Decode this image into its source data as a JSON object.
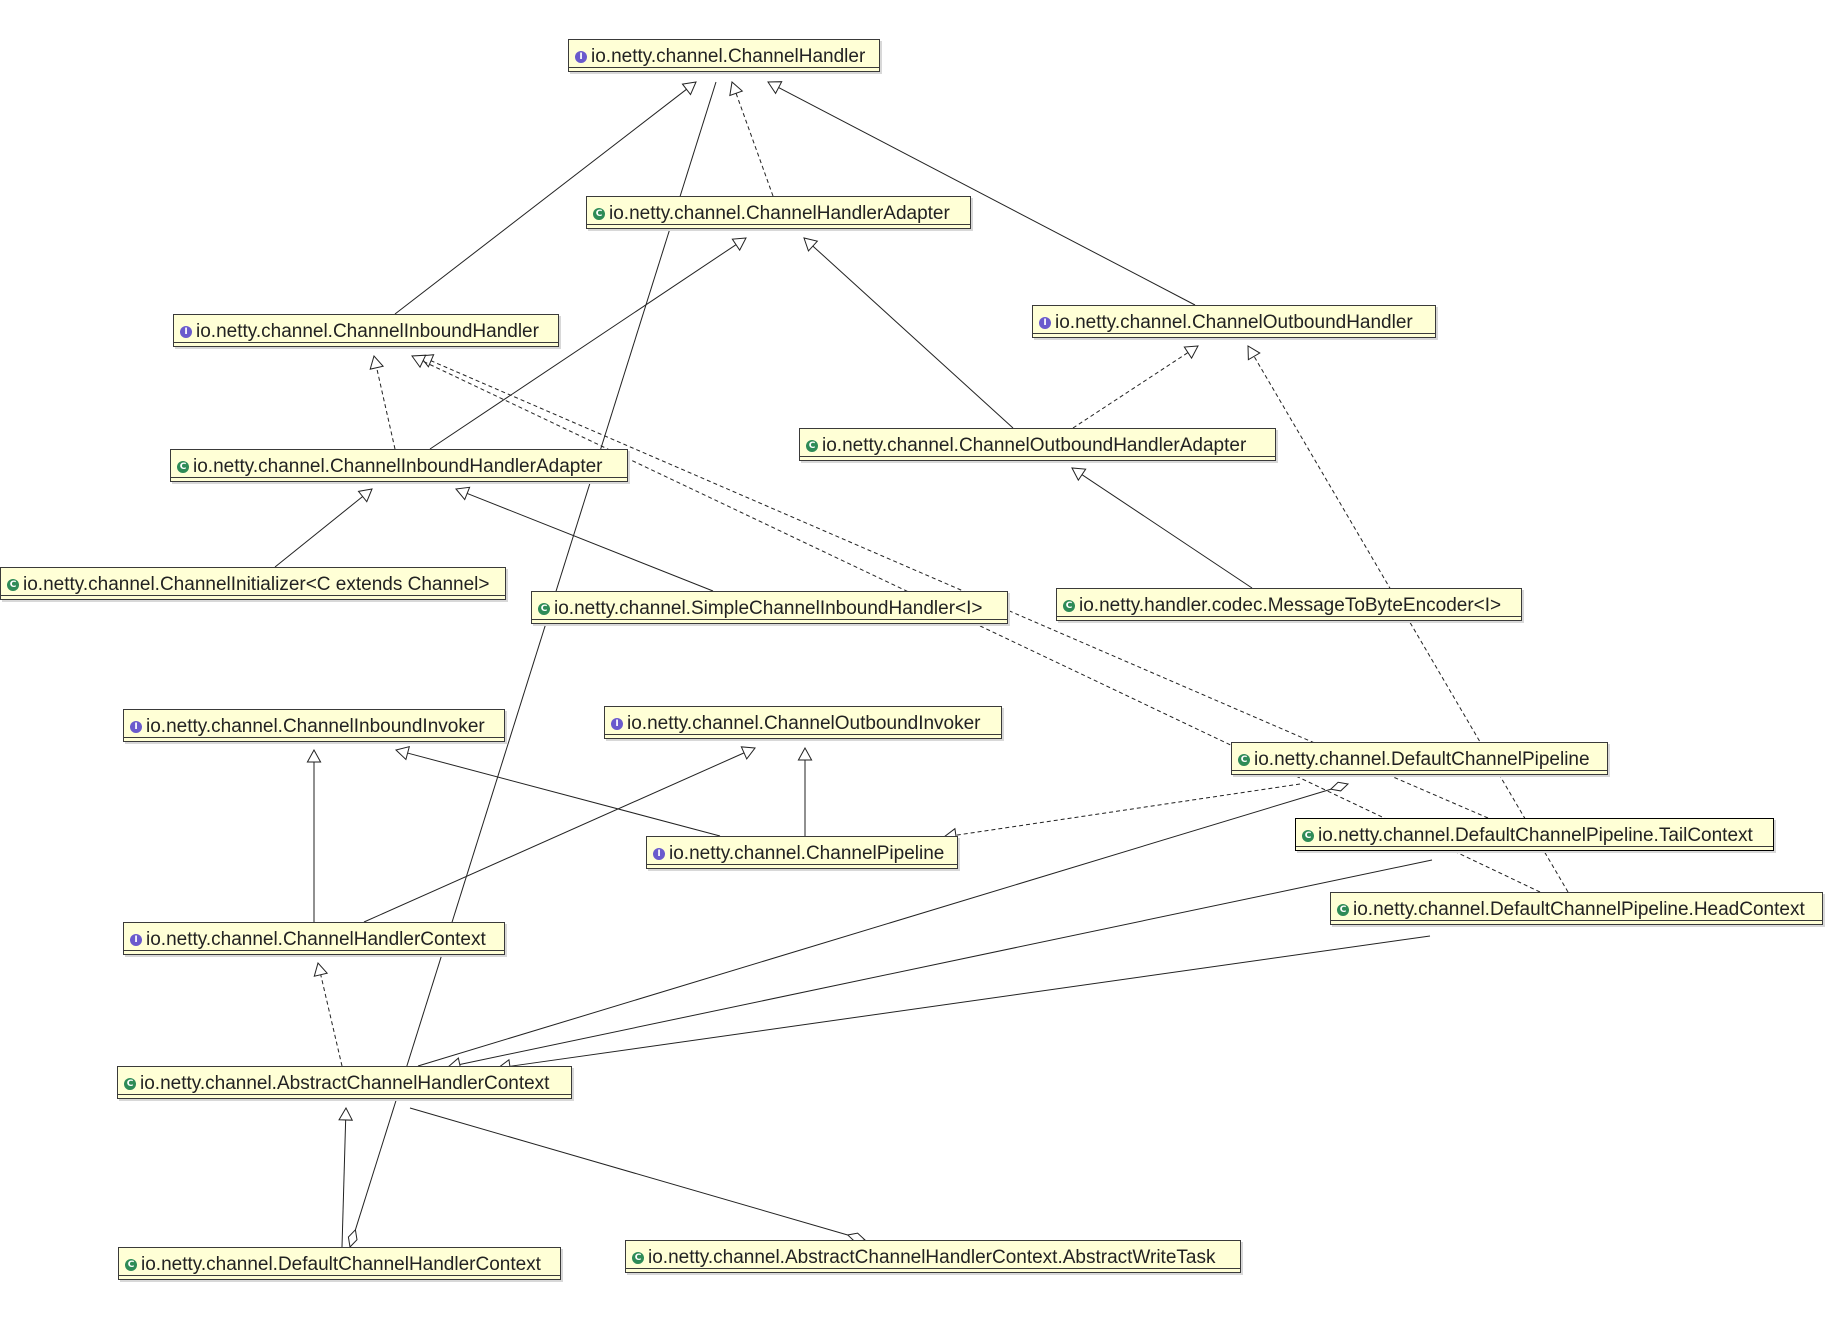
{
  "diagram": {
    "nodes": [
      {
        "id": "handler",
        "kind": "interface",
        "label": "io.netty.channel.ChannelHandler"
      },
      {
        "id": "handlerAdapter",
        "kind": "class",
        "label": "io.netty.channel.ChannelHandlerAdapter"
      },
      {
        "id": "inbound",
        "kind": "interface",
        "label": "io.netty.channel.ChannelInboundHandler"
      },
      {
        "id": "outbound",
        "kind": "interface",
        "label": "io.netty.channel.ChannelOutboundHandler"
      },
      {
        "id": "inboundAdapter",
        "kind": "class",
        "label": "io.netty.channel.ChannelInboundHandlerAdapter"
      },
      {
        "id": "outboundAdapter",
        "kind": "class",
        "label": "io.netty.channel.ChannelOutboundHandlerAdapter"
      },
      {
        "id": "initializer",
        "kind": "class",
        "label": "io.netty.channel.ChannelInitializer<C extends Channel>"
      },
      {
        "id": "simpleInbound",
        "kind": "class",
        "label": "io.netty.channel.SimpleChannelInboundHandler<I>"
      },
      {
        "id": "encoder",
        "kind": "class",
        "label": "io.netty.handler.codec.MessageToByteEncoder<I>"
      },
      {
        "id": "inboundInvoker",
        "kind": "interface",
        "label": "io.netty.channel.ChannelInboundInvoker"
      },
      {
        "id": "outboundInvoker",
        "kind": "interface",
        "label": "io.netty.channel.ChannelOutboundInvoker"
      },
      {
        "id": "defaultPipeline",
        "kind": "class",
        "label": "io.netty.channel.DefaultChannelPipeline"
      },
      {
        "id": "pipeline",
        "kind": "interface",
        "label": "io.netty.channel.ChannelPipeline"
      },
      {
        "id": "tail",
        "kind": "class",
        "label": "io.netty.channel.DefaultChannelPipeline.TailContext",
        "selected": true
      },
      {
        "id": "head",
        "kind": "class",
        "label": "io.netty.channel.DefaultChannelPipeline.HeadContext"
      },
      {
        "id": "ctx",
        "kind": "interface",
        "label": "io.netty.channel.ChannelHandlerContext"
      },
      {
        "id": "abstractCtx",
        "kind": "class",
        "label": "io.netty.channel.AbstractChannelHandlerContext"
      },
      {
        "id": "defaultCtx",
        "kind": "class",
        "label": "io.netty.channel.DefaultChannelHandlerContext"
      },
      {
        "id": "writeTask",
        "kind": "class",
        "label": "io.netty.channel.AbstractChannelHandlerContext.AbstractWriteTask"
      }
    ],
    "edges": [
      {
        "from": "inbound",
        "to": "handler",
        "type": "extends"
      },
      {
        "from": "outbound",
        "to": "handler",
        "type": "extends"
      },
      {
        "from": "handlerAdapter",
        "to": "handler",
        "type": "implements"
      },
      {
        "from": "inboundAdapter",
        "to": "handlerAdapter",
        "type": "extends"
      },
      {
        "from": "inboundAdapter",
        "to": "inbound",
        "type": "implements"
      },
      {
        "from": "outboundAdapter",
        "to": "handlerAdapter",
        "type": "extends"
      },
      {
        "from": "outboundAdapter",
        "to": "outbound",
        "type": "implements"
      },
      {
        "from": "initializer",
        "to": "inboundAdapter",
        "type": "extends"
      },
      {
        "from": "simpleInbound",
        "to": "inboundAdapter",
        "type": "extends"
      },
      {
        "from": "encoder",
        "to": "outboundAdapter",
        "type": "extends"
      },
      {
        "from": "tail",
        "to": "inbound",
        "type": "implements"
      },
      {
        "from": "head",
        "to": "inbound",
        "type": "implements"
      },
      {
        "from": "head",
        "to": "outbound",
        "type": "implements"
      },
      {
        "from": "pipeline",
        "to": "inboundInvoker",
        "type": "extends"
      },
      {
        "from": "pipeline",
        "to": "outboundInvoker",
        "type": "extends"
      },
      {
        "from": "defaultPipeline",
        "to": "pipeline",
        "type": "implements"
      },
      {
        "from": "ctx",
        "to": "inboundInvoker",
        "type": "extends"
      },
      {
        "from": "ctx",
        "to": "outboundInvoker",
        "type": "extends"
      },
      {
        "from": "abstractCtx",
        "to": "ctx",
        "type": "implements"
      },
      {
        "from": "tail",
        "to": "abstractCtx",
        "type": "extends"
      },
      {
        "from": "head",
        "to": "abstractCtx",
        "type": "extends"
      },
      {
        "from": "defaultCtx",
        "to": "abstractCtx",
        "type": "extends"
      },
      {
        "from": "defaultPipeline",
        "to": "abstractCtx",
        "type": "aggregation"
      },
      {
        "from": "defaultCtx",
        "to": "handler",
        "type": "aggregation"
      },
      {
        "from": "writeTask",
        "to": "abstractCtx",
        "type": "aggregation"
      }
    ]
  }
}
